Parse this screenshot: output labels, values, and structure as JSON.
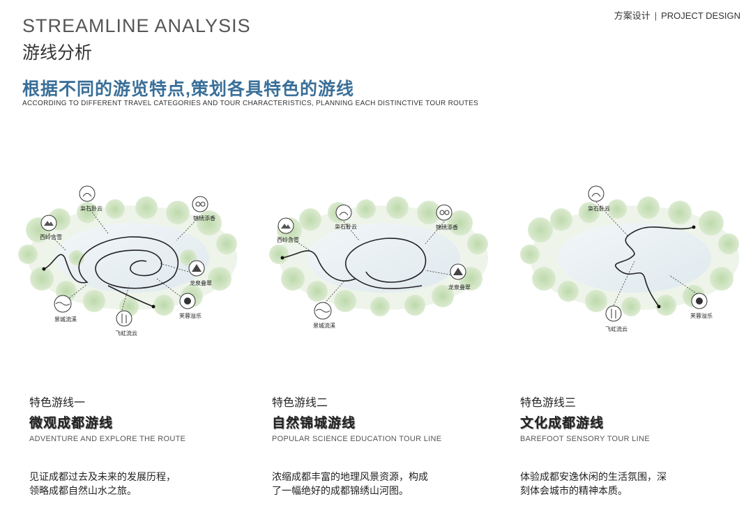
{
  "header": {
    "en_title": "STREAMLINE ANALYSIS",
    "cn_title": "游线分析",
    "brand_cn": "方案设计",
    "brand_sep": "|",
    "brand_en": "PROJECT DESIGN"
  },
  "intro": {
    "headline": "根据不同的游览特点,策划各具特色的游线",
    "subline": "ACCORDING TO DIFFERENT TRAVEL CATEGORIES AND TOUR CHARACTERISTICS, PLANNING EACH DISTINCTIVE TOUR ROUTES"
  },
  "maps": {
    "m1": {
      "labels": [
        "枭石卧云",
        "锦绣添香",
        "西岭含雪",
        "龙泉叠翠",
        "景城流溪",
        "芙蓉溢乐",
        "飞虹流云"
      ]
    },
    "m2": {
      "labels": [
        "枭石卧云",
        "锦绣添香",
        "西岭含雪",
        "龙泉叠翠",
        "景城流溪"
      ]
    },
    "m3": {
      "labels": [
        "枭石卧云",
        "飞虹流云",
        "芙蓉溢乐"
      ]
    }
  },
  "routes": [
    {
      "label": "特色游线一",
      "name": "微观成都游线",
      "en": "ADVENTURE AND EXPLORE THE ROUTE",
      "desc": "见证成都过去及未来的发展历程，\n领略成都自然山水之旅。"
    },
    {
      "label": "特色游线二",
      "name": "自然锦城游线",
      "en": "POPULAR SCIENCE EDUCATION TOUR LINE",
      "desc": "浓缩成都丰富的地理风景资源，构成\n了一幅绝好的成都锦绣山河图。"
    },
    {
      "label": "特色游线三",
      "name": "文化成都游线",
      "en": "BAREFOOT SENSORY TOUR LINE",
      "desc": "体验成都安逸休闲的生活氛围，深\n刻体会城市的精神本质。"
    }
  ]
}
